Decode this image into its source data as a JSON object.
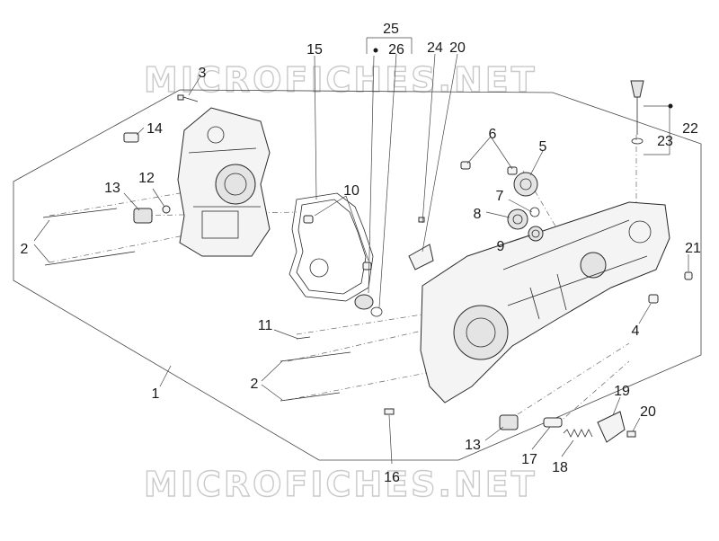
{
  "watermark": {
    "top": "MICROFICHES.NET",
    "bottom": "MICROFICHES.NET"
  },
  "labels": {
    "p1": "1",
    "p2a": "2",
    "p2b": "2",
    "p3": "3",
    "p4": "4",
    "p5": "5",
    "p6": "6",
    "p7": "7",
    "p8": "8",
    "p9": "9",
    "p10": "10",
    "p11": "11",
    "p12": "12",
    "p13a": "13",
    "p13b": "13",
    "p14": "14",
    "p15": "15",
    "p16": "16",
    "p17": "17",
    "p18": "18",
    "p19": "19",
    "p20a": "20",
    "p20b": "20",
    "p21": "21",
    "p22": "22",
    "p23": "23",
    "p24": "24",
    "p25": "25",
    "p26": "26"
  },
  "colors": {
    "ink": "#1a1a1a",
    "watermark": "#c9c9c9",
    "background": "#ffffff"
  }
}
